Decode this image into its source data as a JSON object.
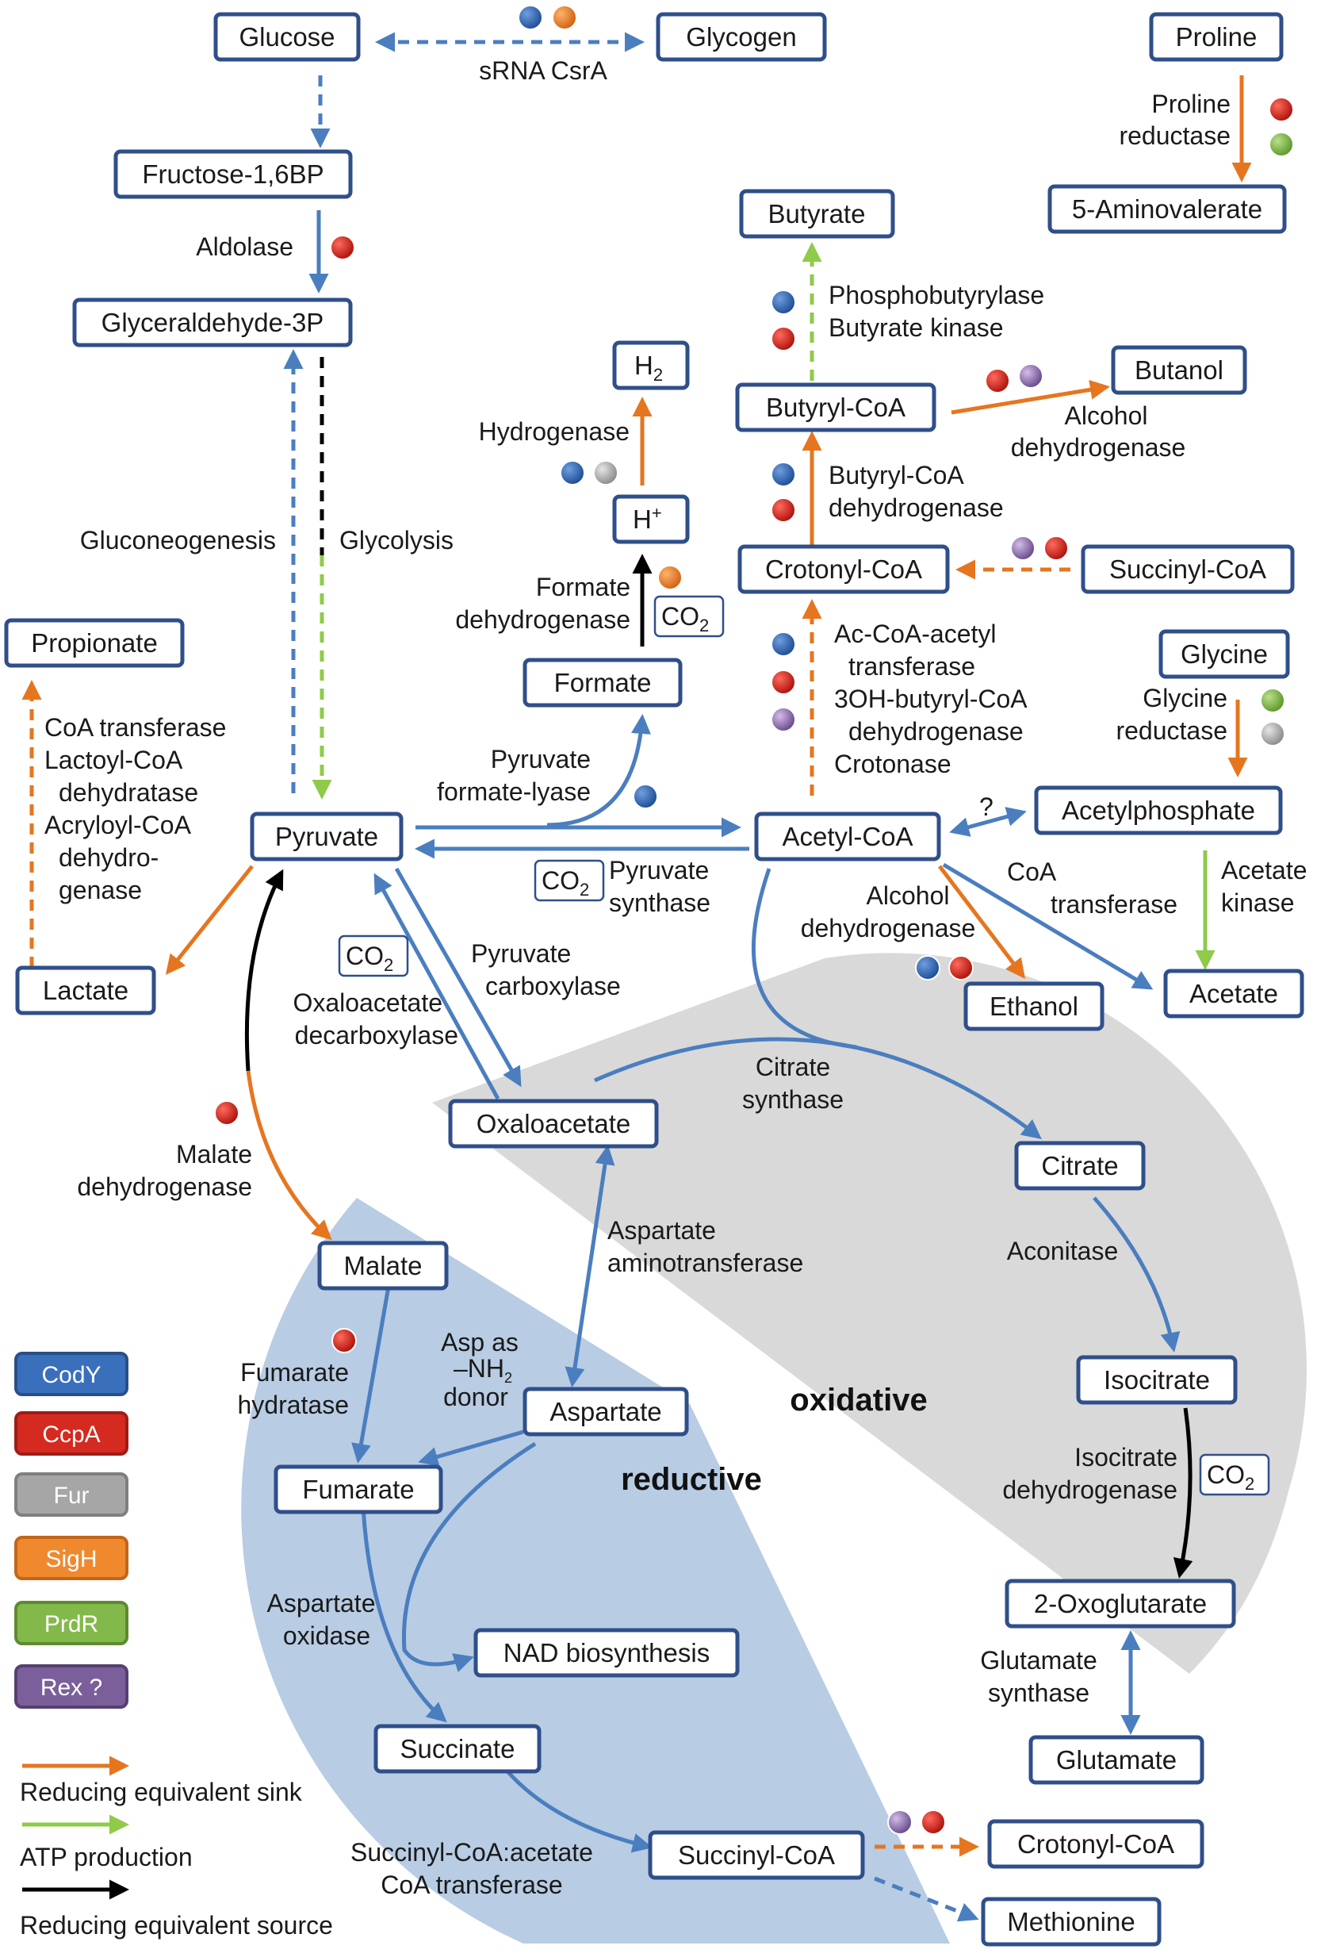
{
  "colors": {
    "blue": "#4a7ebf",
    "orange": "#e5761f",
    "green": "#8fca4a",
    "black": "#000000",
    "node_border": "#2f4f8a",
    "reductive_zone": "#b8cce4",
    "oxidative_zone": "#d9d9d9"
  },
  "regulators": {
    "CodY": {
      "label": "CodY",
      "color": "#2f64b0"
    },
    "CcpA": {
      "label": "CcpA",
      "color": "#d42a20"
    },
    "Fur": {
      "label": "Fur",
      "color": "#a6a6a6"
    },
    "SigH": {
      "label": "SigH",
      "color": "#f0892e"
    },
    "PrdR": {
      "label": "PrdR",
      "color": "#83b94a"
    },
    "Rex": {
      "label": "Rex ?",
      "color": "#7b5f9b"
    }
  },
  "nodes": {
    "glucose": "Glucose",
    "glycogen": "Glycogen",
    "proline": "Proline",
    "aminovalerate": "5-Aminovalerate",
    "fructose": "Fructose-1,6BP",
    "butyrate": "Butyrate",
    "g3p": "Glyceraldehyde-3P",
    "butanol": "Butanol",
    "h2": "H",
    "h2_sub": "2",
    "butyryl_coa": "Butyryl-CoA",
    "h_plus": "H",
    "h_plus_sup": "+",
    "crotonyl_coa": "Crotonyl-CoA",
    "succinyl_coa_top": "Succinyl-CoA",
    "propionate": "Propionate",
    "formate": "Formate",
    "glycine": "Glycine",
    "pyruvate": "Pyruvate",
    "acetyl_coa": "Acetyl-CoA",
    "acetylphosphate": "Acetylphosphate",
    "lactate": "Lactate",
    "acetate": "Acetate",
    "ethanol": "Ethanol",
    "oxaloacetate": "Oxaloacetate",
    "citrate": "Citrate",
    "malate": "Malate",
    "aspartate": "Aspartate",
    "isocitrate": "Isocitrate",
    "fumarate": "Fumarate",
    "oxoglutarate": "2-Oxoglutarate",
    "nad_biosynthesis": "NAD biosynthesis",
    "glutamate": "Glutamate",
    "succinate": "Succinate",
    "succinyl_coa_bottom": "Succinyl-CoA",
    "crotonyl_coa_bottom": "Crotonyl-CoA",
    "methionine": "Methionine"
  },
  "labels": {
    "srna_csra": "sRNA CsrA",
    "proline_reductase_1": "Proline",
    "proline_reductase_2": "reductase",
    "aldolase": "Aldolase",
    "phosphobutyrylase": "Phosphobutyrylase",
    "butyrate_kinase": "Butyrate kinase",
    "hydrogenase": "Hydrogenase",
    "alcohol_dh_butanol_1": "Alcohol",
    "alcohol_dh_butanol_2": "dehydrogenase",
    "butyryl_coa_dh_1": "Butyryl-CoA",
    "butyryl_coa_dh_2": "dehydrogenase",
    "gluconeogenesis": "Gluconeogenesis",
    "glycolysis": "Glycolysis",
    "formate_dh_1": "Formate",
    "formate_dh_2": "dehydrogenase",
    "ac_coa_1": "Ac-CoA-acetyl",
    "ac_coa_2": "transferase",
    "ac_coa_3": "3OH-butyryl-CoA",
    "ac_coa_4": "dehydrogenase",
    "ac_coa_5": "Crotonase",
    "glycine_reductase_1": "Glycine",
    "glycine_reductase_2": "reductase",
    "coa_transferase_prop": "CoA transferase",
    "lactoyl_1": "Lactoyl-CoA",
    "lactoyl_2": "dehydratase",
    "acryloyl_1": "Acryloyl-CoA",
    "acryloyl_2": "dehydro-",
    "acryloyl_3": "genase",
    "pfl_1": "Pyruvate",
    "pfl_2": "formate-lyase",
    "question": "?",
    "pyruvate_synthase_1": "Pyruvate",
    "pyruvate_synthase_2": "synthase",
    "coa_transferase_1": "CoA",
    "coa_transferase_2": "transferase",
    "acetate_kinase_1": "Acetate",
    "acetate_kinase_2": "kinase",
    "alcohol_dh_eth_1": "Alcohol",
    "alcohol_dh_eth_2": "dehydrogenase",
    "pyruvate_carboxylase_1": "Pyruvate",
    "pyruvate_carboxylase_2": "carboxylase",
    "oaa_decarb_1": "Oxaloacetate",
    "oaa_decarb_2": "decarboxylase",
    "citrate_synthase_1": "Citrate",
    "citrate_synthase_2": "synthase",
    "malate_dh_1": "Malate",
    "malate_dh_2": "dehydrogenase",
    "asp_aminotransferase_1": "Aspartate",
    "asp_aminotransferase_2": "aminotransferase",
    "aconitase": "Aconitase",
    "asp_donor_1": "Asp as",
    "asp_donor_2": "–NH",
    "asp_donor_2_sub": "2",
    "asp_donor_3": "donor",
    "fumarate_hydratase_1": "Fumarate",
    "fumarate_hydratase_2": "hydratase",
    "oxidative": "oxidative",
    "reductive": "reductive",
    "isocitrate_dh_1": "Isocitrate",
    "isocitrate_dh_2": "dehydrogenase",
    "asp_oxidase_1": "Aspartate",
    "asp_oxidase_2": "oxidase",
    "glutamate_synthase_1": "Glutamate",
    "glutamate_synthase_2": "synthase",
    "succ_coa_transferase_1": "Succinyl-CoA:acetate",
    "succ_coa_transferase_2": "CoA transferase"
  },
  "co2": {
    "text": "CO",
    "sub": "2"
  },
  "legend": {
    "sink": "Reducing equivalent sink",
    "atp": "ATP production",
    "source": "Reducing equivalent source"
  }
}
